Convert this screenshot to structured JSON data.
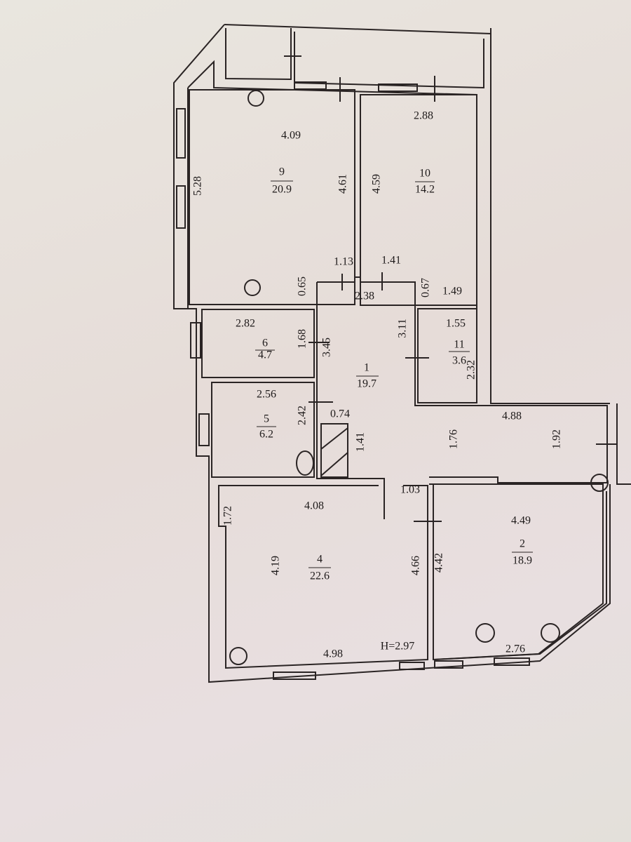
{
  "rooms": [
    {
      "number": "9",
      "area": "20.9"
    },
    {
      "number": "10",
      "area": "14.2"
    },
    {
      "number": "1",
      "area": "19.7"
    },
    {
      "number": "6",
      "area": "4.7"
    },
    {
      "number": "11",
      "area": "3.6"
    },
    {
      "number": "5",
      "area": "6.2"
    },
    {
      "number": "4",
      "area": "22.6"
    },
    {
      "number": "2",
      "area": "18.9"
    }
  ],
  "dimensions": {
    "r9_width": "4.09",
    "r9_left": "5.28",
    "r9_right": "4.61",
    "r9_niche": "0.65",
    "r9_door": "1.13",
    "r10_width": "2.88",
    "r10_left": "4.59",
    "r10_door": "1.41",
    "r10_niche": "0.67",
    "r10_bottom": "1.49",
    "h_top": "2.38",
    "h_right": "3.11",
    "h_left": "3.45",
    "h_gap": "0.74",
    "h_closet": "1.41",
    "h_corr": "1.76",
    "h_width": "4.88",
    "h_end": "1.92",
    "h_door": "1.03",
    "r6_width": "2.82",
    "r6_height": "1.68",
    "r11_width": "1.55",
    "r11_height": "2.32",
    "r5_width": "2.56",
    "r5_height": "2.42",
    "r4_niche": "1.72",
    "r4_width": "4.08",
    "r4_left": "4.19",
    "r4_right": "4.66",
    "r4_bottom": "4.98",
    "ceiling_height": "H=2.97",
    "r2_width": "4.49",
    "r2_left": "4.42",
    "r2_bottom": "2.76"
  }
}
